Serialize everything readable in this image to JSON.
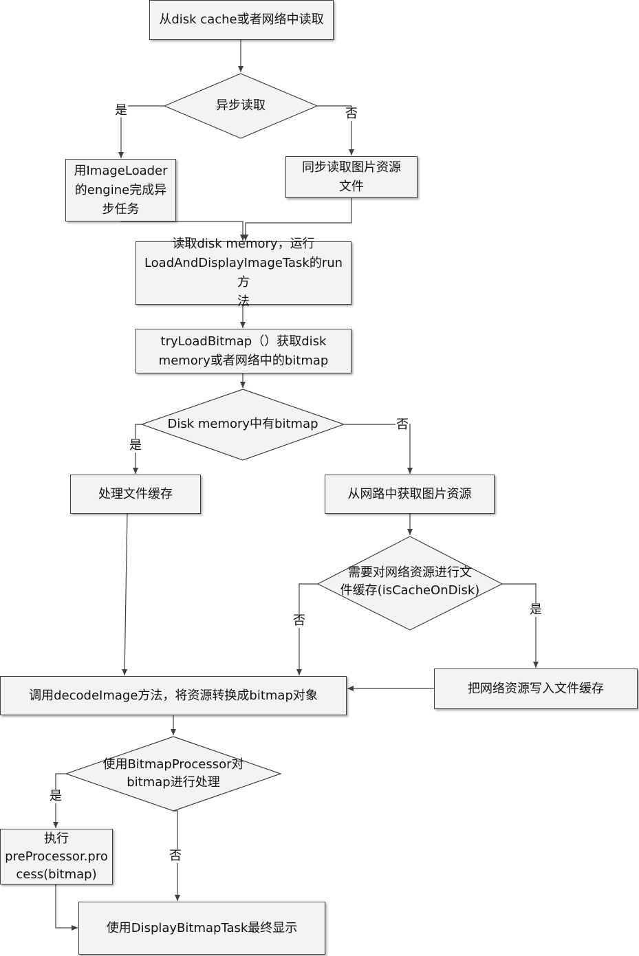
{
  "nodes": {
    "read_source": "从disk cache或者网络中读取",
    "async_read": "异步读取",
    "engine_async": "用ImageLoader\n的engine完成异\n步任务",
    "sync_read": "同步读取图片资源\n文件",
    "read_disk_memory": "读取disk memory，运行\nLoadAndDisplayImageTask的run方\n法",
    "try_load_bitmap": "tryLoadBitmap（）获取disk\nmemory或者网络中的bitmap",
    "disk_has_bitmap": "Disk memory中有bitmap",
    "process_file_cache": "处理文件缓存",
    "fetch_from_network": "从网路中获取图片资源",
    "need_cache_on_disk": "需要对网络资源进行文\n件缓存(isCacheOnDisk)",
    "write_file_cache": "把网络资源写入文件缓存",
    "decode_image": "调用decodeImage方法，将资源转换成bitmap对象",
    "use_bitmap_processor": "使用BitmapProcessor对\nbitmap进行处理",
    "run_pre_processor": "执行\npreProcessor.pro\ncess(bitmap)",
    "final_display": "使用DisplayBitmapTask最终显示"
  },
  "edge_labels": {
    "async_yes": "是",
    "async_no": "否",
    "disk_yes": "是",
    "disk_no": "否",
    "cache_no": "否",
    "cache_yes": "是",
    "processor_yes": "是",
    "processor_no": "否"
  },
  "colors": {
    "box_fill": "#f3f3f3",
    "box_border": "#3f3f3f",
    "line": "#3f3f3f"
  }
}
